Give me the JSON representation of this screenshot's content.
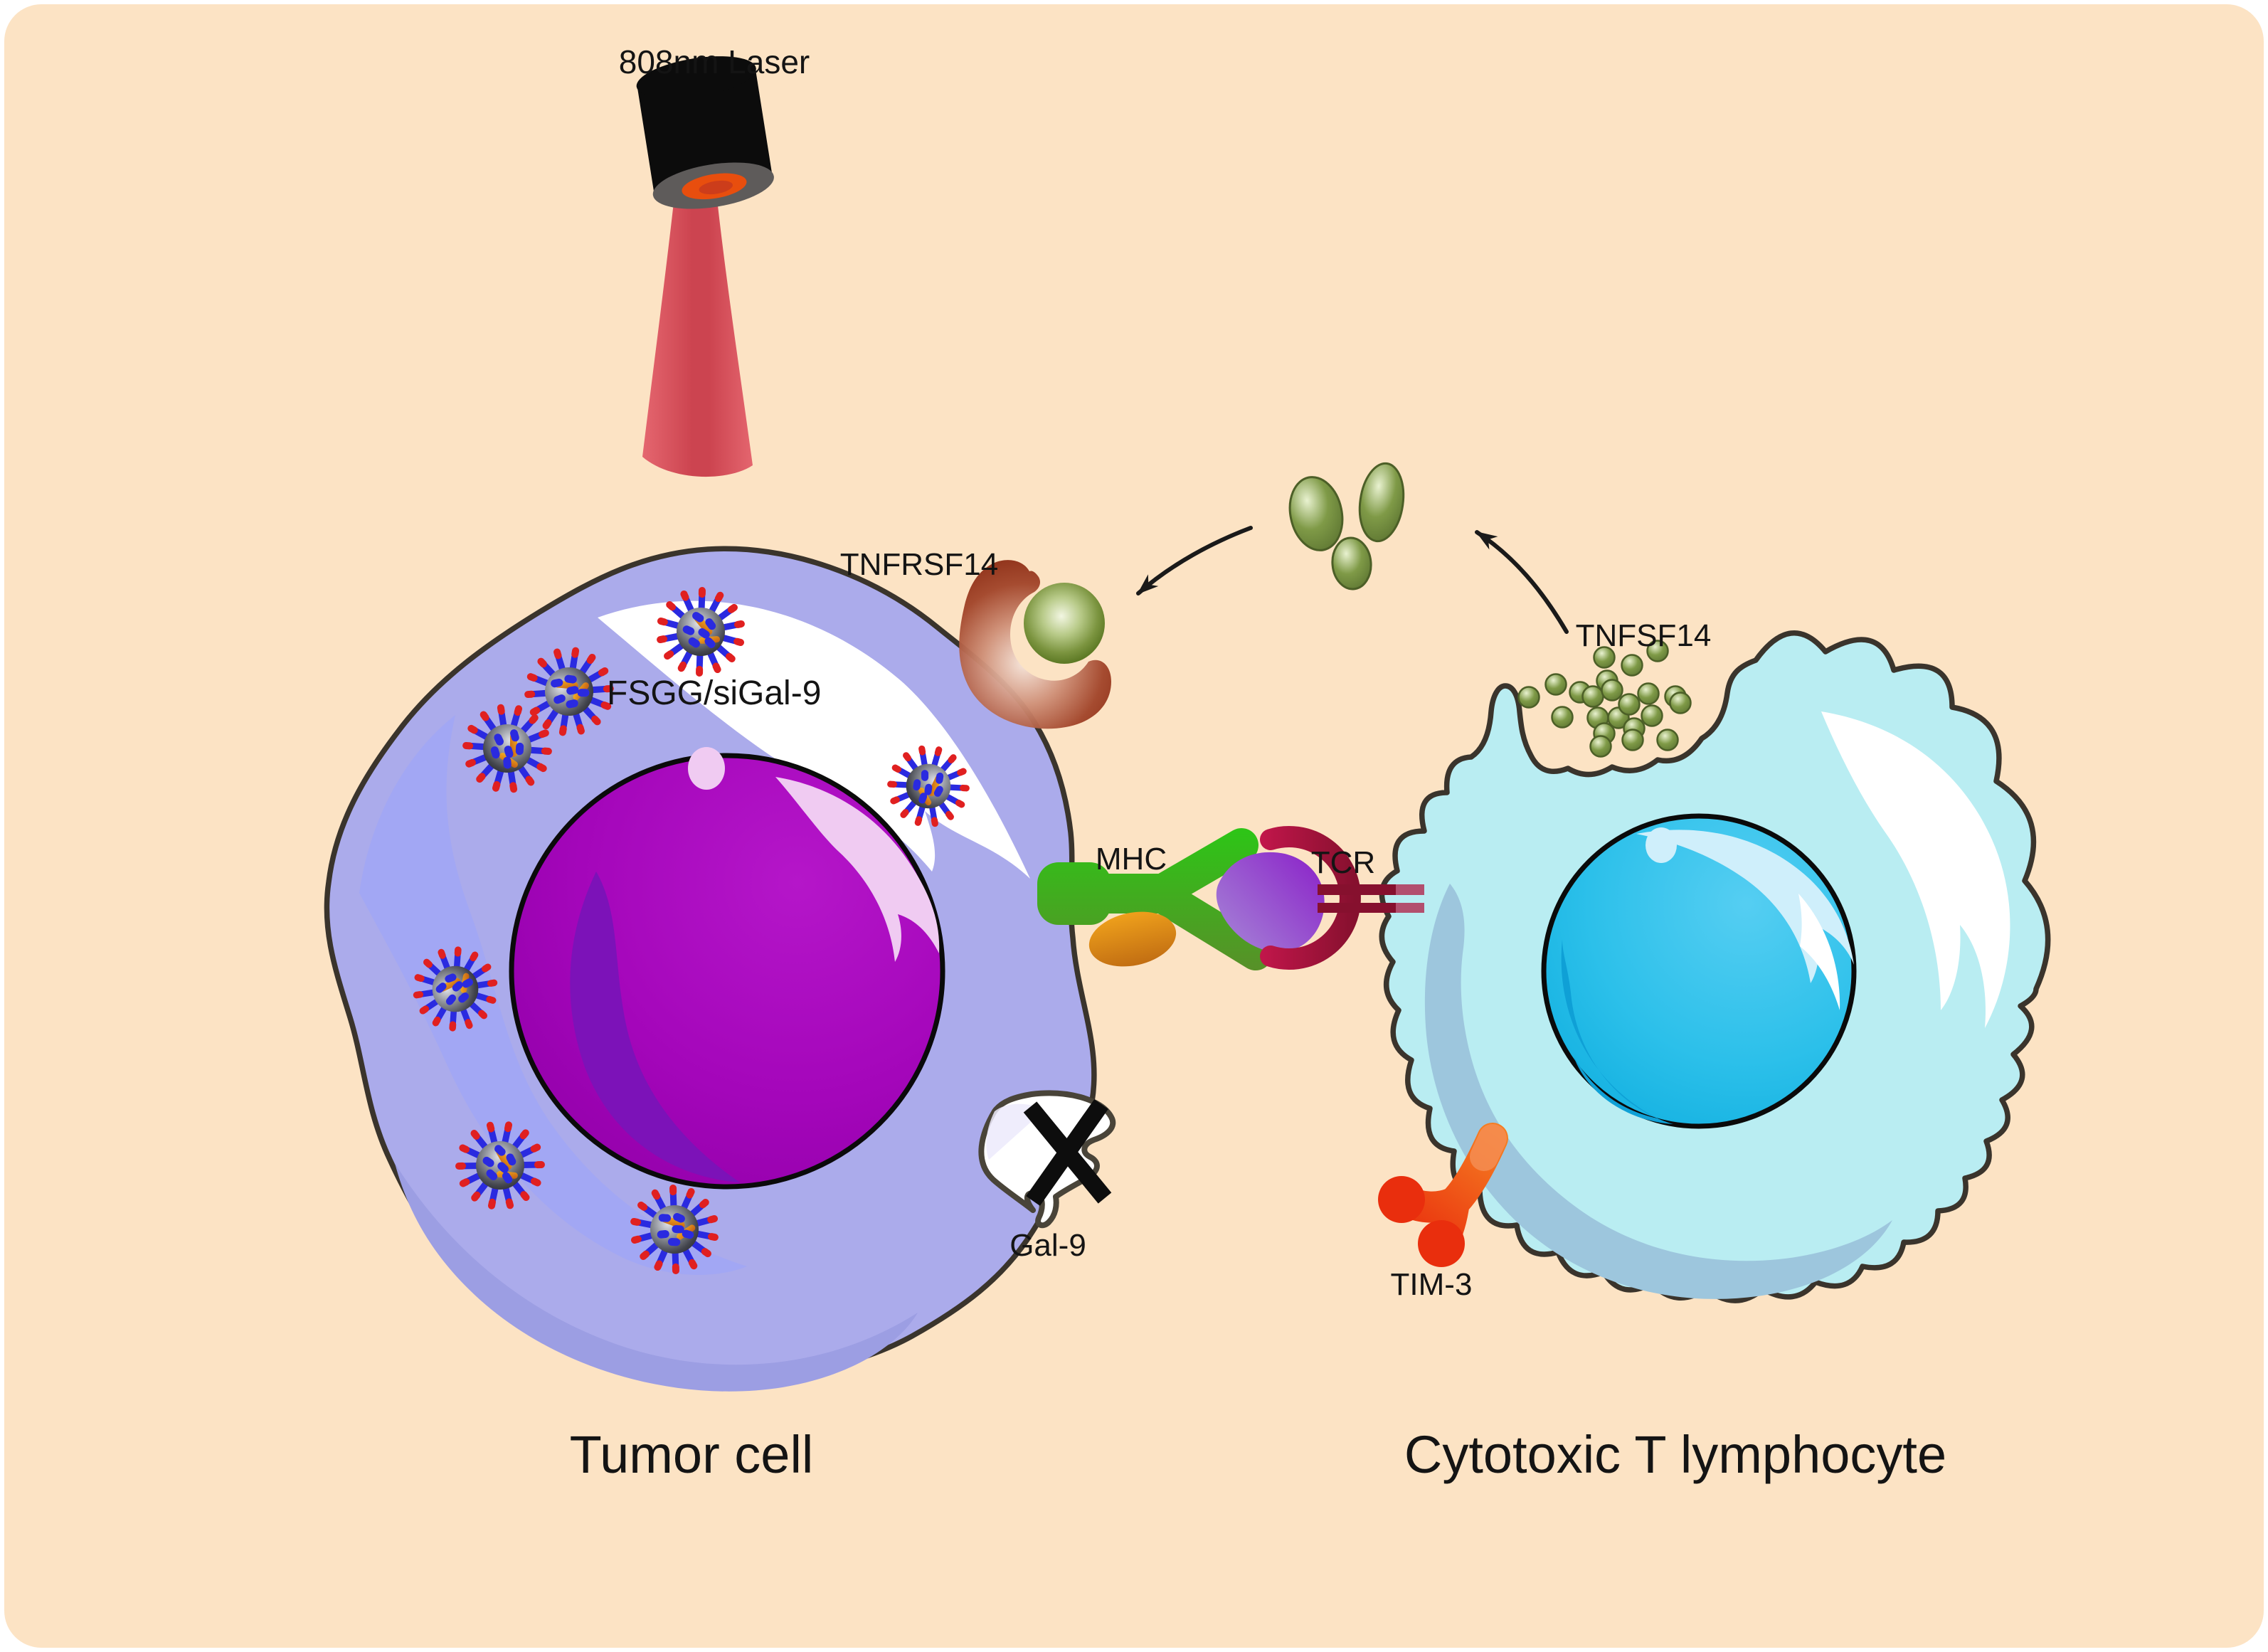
{
  "scene": {
    "laser": {
      "label": "808nm Laser"
    },
    "tumor_cell": {
      "label": "Tumor cell",
      "nanoparticle_label": "FSGG/siGal-9",
      "nanoparticle_count": 7
    },
    "t_cell": {
      "label": "Cytotoxic T lymphocyte"
    },
    "receptors": {
      "tnfrsf14": "TNFRSF14",
      "tnfsf14": "TNFSF14",
      "mhc": "MHC",
      "tcr": "TCR",
      "gal9": "Gal-9",
      "tim3": "TIM-3"
    }
  },
  "colors": {
    "page_bg": "#ffffff",
    "canvas_bg": "#fce3c4",
    "membrane": "#3a342c",
    "text": "#141414",
    "highlight_white": "#ffffff",
    "tumor_body": "#ababeb",
    "tumor_stripe": "#a2a7f4",
    "tumor_band": "#9c9ee3",
    "tumor_nucleus_light": "#b516c9",
    "tumor_nucleus_main": "#a406ba",
    "tumor_nucleus_edge": "#9601ad",
    "tumor_nucleus_shadow": "#7c12b8",
    "tumor_nucleus_highlight": "#f0cbf2",
    "tcell_body": "#b9edf2",
    "tcell_shadow": "#9dc6dd",
    "tcell_nucleus_light": "#55cef2",
    "tcell_nucleus_main": "#2cc0ea",
    "tcell_nucleus_edge": "#12b0e0",
    "tcell_nucleus_shadow": "#0fa0d6",
    "tcell_nucleus_band": "#cfeffb",
    "receptor_brown_dark": "#8a2a12",
    "receptor_brown_mid": "#a2452a",
    "receptor_brown_glow": "#f6e6dc",
    "ligand_green_dark": "#5e7a26",
    "ligand_green_light": "#f2f6e2",
    "particle_green_dark": "#5c7431",
    "particle_green_mid": "#7f9a47",
    "particle_green_light": "#e9f2d0",
    "mhc_green_light": "#2ec417",
    "mhc_green_dark": "#579128",
    "mhc_orange_light": "#f0a21c",
    "mhc_orange_dark": "#c06c12",
    "antigen_light": "#a88fd8",
    "antigen_dark": "#8a1fc8",
    "tcr_light": "#c0164a",
    "tcr_dark": "#86102e",
    "tcr_tip": "#b24f6e",
    "tim3_light": "#f57d22",
    "tim3_dark": "#e92e0d",
    "laser_body": "#0c0c0c",
    "laser_face": "#5e5b5a",
    "laser_aperture": "#e84e0e",
    "laser_core": "#cc3d1b",
    "beam_edge": "#e5646e",
    "beam_core": "#cb3f4c",
    "nanoparticle_body_light": "#dfe1e8",
    "nanoparticle_body_dark": "#2c2d33",
    "nanoparticle_spike": "#2a2ae0",
    "nanoparticle_tip": "#e02020",
    "nanoparticle_rod_light": "#f7b01e",
    "nanoparticle_rod_dark": "#c05a14",
    "arrow": "#1a1a1a",
    "x_mark": "#0d0d0d",
    "gal9_fill": "#ffffff",
    "gal9_outline": "#494439"
  }
}
